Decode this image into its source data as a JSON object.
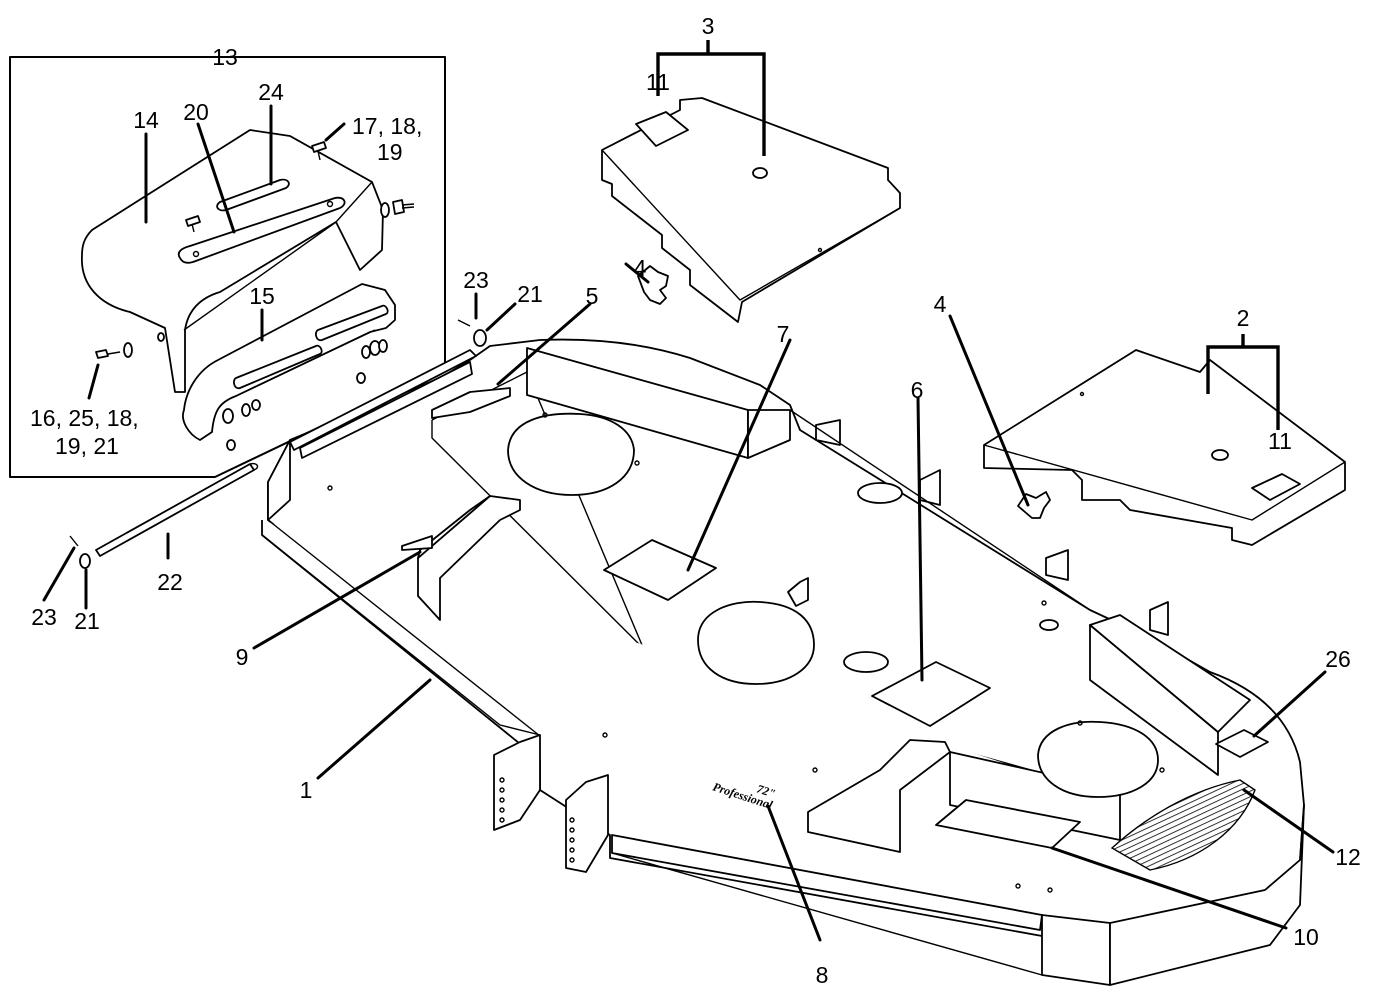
{
  "callouts": {
    "c1": "1",
    "c2": "2",
    "c3": "3",
    "c4a": "4",
    "c4b": "4",
    "c5": "5",
    "c6": "6",
    "c7": "7",
    "c8": "8",
    "c9": "9",
    "c10": "10",
    "c11a": "11",
    "c11b": "11",
    "c12": "12",
    "c13": "13",
    "c14": "14",
    "c15": "15",
    "c16_line1": "16, 25, 18,",
    "c16_line2": "19, 21",
    "c17_line1": "17, 18,",
    "c17_line2": "19",
    "c20": "20",
    "c21a": "21",
    "c21b": "21",
    "c22": "22",
    "c23a": "23",
    "c23b": "23",
    "c24": "24",
    "c26": "26"
  },
  "logo": {
    "line1": "72\"",
    "line2": "Professional"
  },
  "colors": {
    "line": "#000000",
    "background": "#ffffff"
  }
}
